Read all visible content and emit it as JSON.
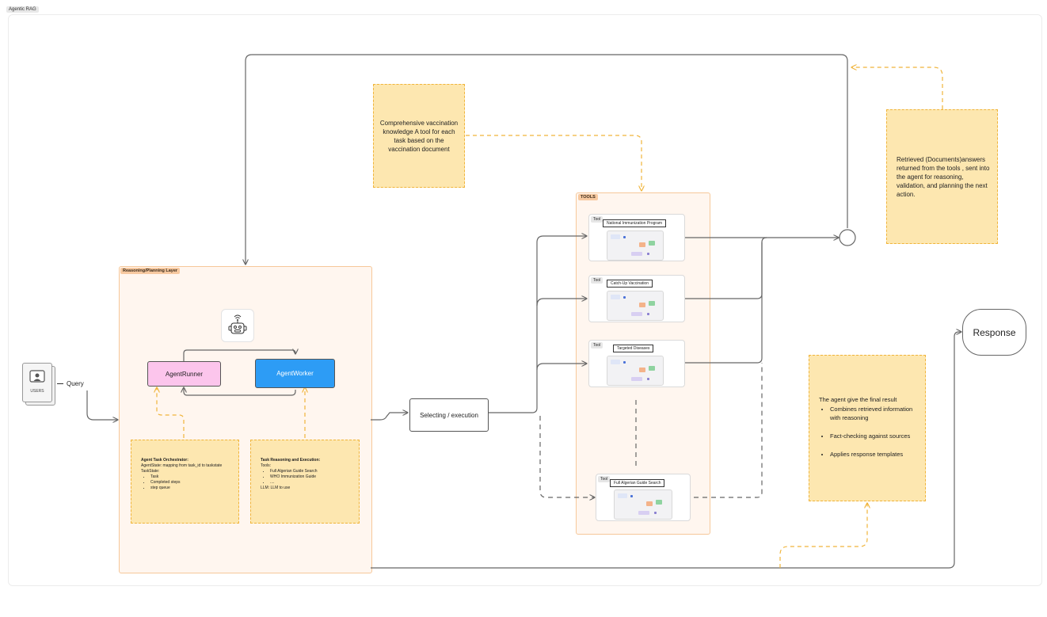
{
  "frame": {
    "title": "Agentic RAG"
  },
  "colors": {
    "accent_blue": "#2d9cf5",
    "runner_pink": "#fcc5ec",
    "note_yellow": "#fde7b0",
    "dashed_orange": "#f0b43a",
    "section_peach": "#fff6ef",
    "line_gray": "#666666"
  },
  "users": {
    "label": "USERS",
    "icon": "user-icon"
  },
  "query": {
    "label": "Query"
  },
  "reasoning": {
    "tag": "Reasoning/Planning Layer",
    "robot_icon": "robot-icon",
    "agent_runner": "AgentRunner",
    "agent_worker": "AgentWorker",
    "orchestrator": {
      "title": "Agent Task Orchestrator:",
      "line1": "AgentState: mapping from task_id to taskstate",
      "line2": "TaskState:",
      "items": [
        "Task",
        "Completed steps",
        "step queue"
      ]
    },
    "execution": {
      "title": "Task Reasoning and Execution:",
      "line1": "Tools:",
      "items": [
        "Full Algerian Guide Search",
        "WHO Immunization Guide",
        "...."
      ],
      "line2": "LLM: LLM to use"
    }
  },
  "knowledge_note": {
    "text": "Comprehensive vaccination knowledge A tool for each task based on the vaccination document"
  },
  "selecting": {
    "label": "Selecting / execution"
  },
  "tools": {
    "tag": "TOOLS",
    "items": [
      {
        "tag": "Tool",
        "title": "National Immunization Program"
      },
      {
        "tag": "Tool",
        "title": "Catch-Up Vaccination"
      },
      {
        "tag": "Tool",
        "title": "Targeted Diseases"
      },
      {
        "tag": "Tool",
        "title": "Full Algerian Guide Search"
      }
    ]
  },
  "retrieved_note": {
    "text": "Retrieved (Documents)answers returned from the tools , sent into the agent for reasoning, validation, and planning the next action."
  },
  "response": {
    "label": "Response"
  },
  "final_note": {
    "title": "The agent give the final result",
    "items": [
      "Combines retrieved information with reasoning",
      "Fact-checking against sources",
      "Applies response templates"
    ]
  }
}
